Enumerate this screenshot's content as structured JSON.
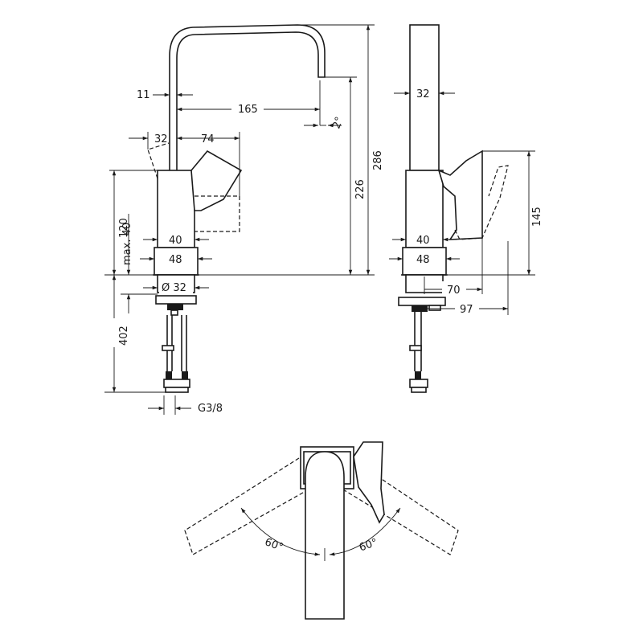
{
  "drawing": {
    "front_view": {
      "dim_spout_thickness": "11",
      "dim_spout_reach": "165",
      "dim_spout_angle": "2°",
      "dim_handle_offset_back": "32",
      "dim_handle_offset_front": "74",
      "dim_body_height": "120",
      "dim_max_deck": "max. 40",
      "dim_body_width": "40",
      "dim_base_width": "48",
      "dim_hole_diameter": "Ø 32",
      "dim_total_height": "286",
      "dim_outlet_height": "226",
      "dim_supply_length": "402",
      "dim_thread": "G3/8"
    },
    "side_view": {
      "dim_spout_width": "32",
      "dim_handle_height": "145",
      "dim_body_width": "40",
      "dim_base_width": "48",
      "dim_handle_reach": "70",
      "dim_handle_reach_max": "97"
    },
    "top_view": {
      "angle_left": "60°",
      "angle_right": "60°"
    }
  }
}
